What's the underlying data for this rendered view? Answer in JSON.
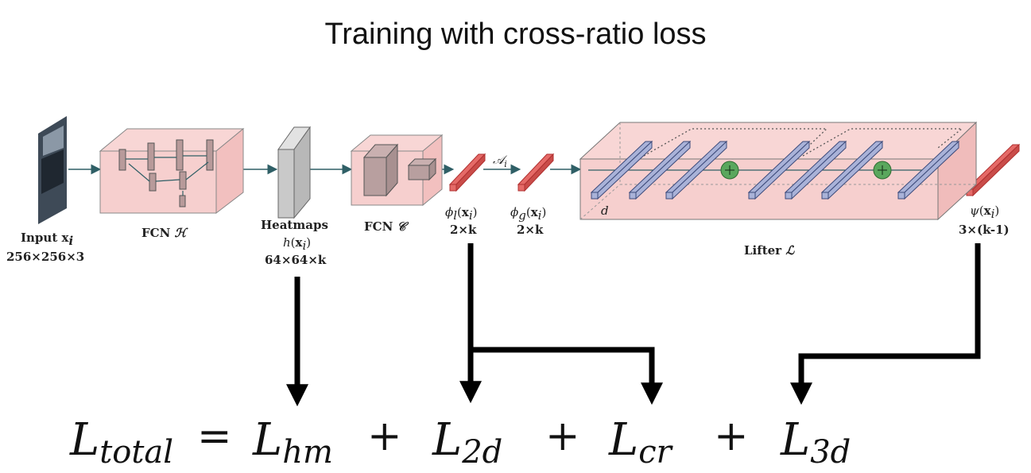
{
  "title": "Training with cross-ratio loss",
  "input": {
    "label": "Input",
    "var": "x",
    "sub": "i",
    "dims": "256×256×3"
  },
  "fcn_h": {
    "label": "FCN",
    "symbol": "ℋ"
  },
  "heatmaps": {
    "label": "Heatmaps",
    "fn": "h(x",
    "sub": "i",
    "close": ")",
    "dims": "64×64×k"
  },
  "fcn_c": {
    "label": "FCN",
    "symbol": "𝒞"
  },
  "phi_l": {
    "fn": "ϕ",
    "fsub": "l",
    "arg": "(x",
    "sub": "i",
    "close": ")",
    "dims": "2×k"
  },
  "a_i": {
    "sym": "𝒜",
    "sub": "i"
  },
  "phi_g": {
    "fn": "ϕ",
    "fsub": "g",
    "arg": "(x",
    "sub": "i",
    "close": ")",
    "dims": "2×k"
  },
  "lifter": {
    "label": "Lifter",
    "symbol": "ℒ",
    "d": "d"
  },
  "psi": {
    "fn": "ψ(x",
    "sub": "i",
    "close": ")",
    "dims": "3×(k-1)"
  },
  "equation": {
    "L": "L",
    "total_sub": "total",
    "equals": "=",
    "hm_sub": "hm",
    "plus": "+",
    "d2_sub": "2d",
    "cr_sub": "cr",
    "d3_sub": "3d"
  },
  "colors": {
    "pink_box": "#f4c7c6",
    "red_bar": "#e56a67",
    "blue_bar": "#a9b2d8",
    "green_sum": "#5aa75d",
    "arrow": "#2f5f66",
    "gray_block": "#c9c9c9"
  }
}
